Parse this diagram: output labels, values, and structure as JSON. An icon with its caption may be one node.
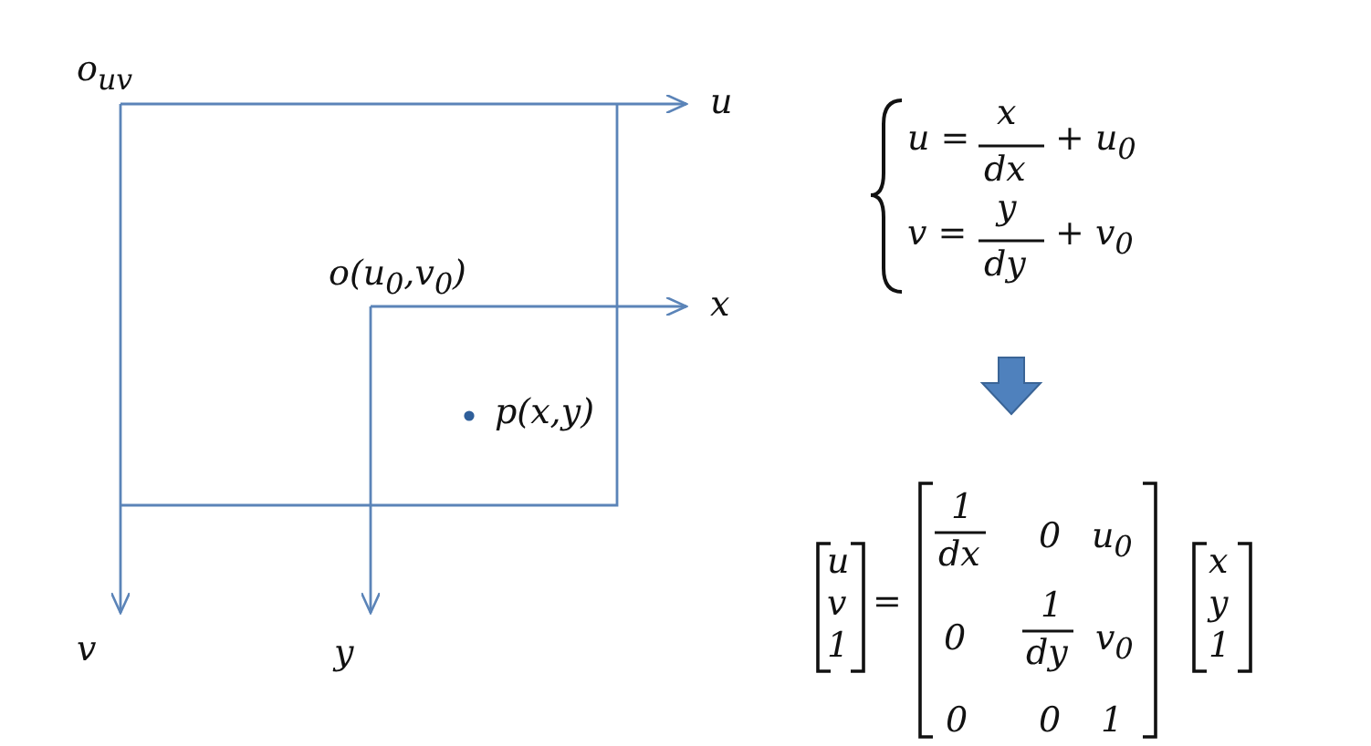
{
  "diagram": {
    "labels": [
      "o$_{uv}$",
      "u",
      "o(u$_{0}$,v$_{0}$)",
      "x",
      "p(x,y)",
      "v",
      "y",
      "u =",
      "x",
      "dx",
      "+ u$_{0}$",
      "v =",
      "y",
      "dy",
      "+ v$_{0}$",
      "u",
      "v",
      "1",
      "=",
      "1",
      "dx",
      "0",
      "u$_{0}$",
      "0",
      "1",
      "dy",
      "v$_{0}$",
      "0",
      "0",
      "1",
      "x",
      "y",
      "1"
    ]
  }
}
